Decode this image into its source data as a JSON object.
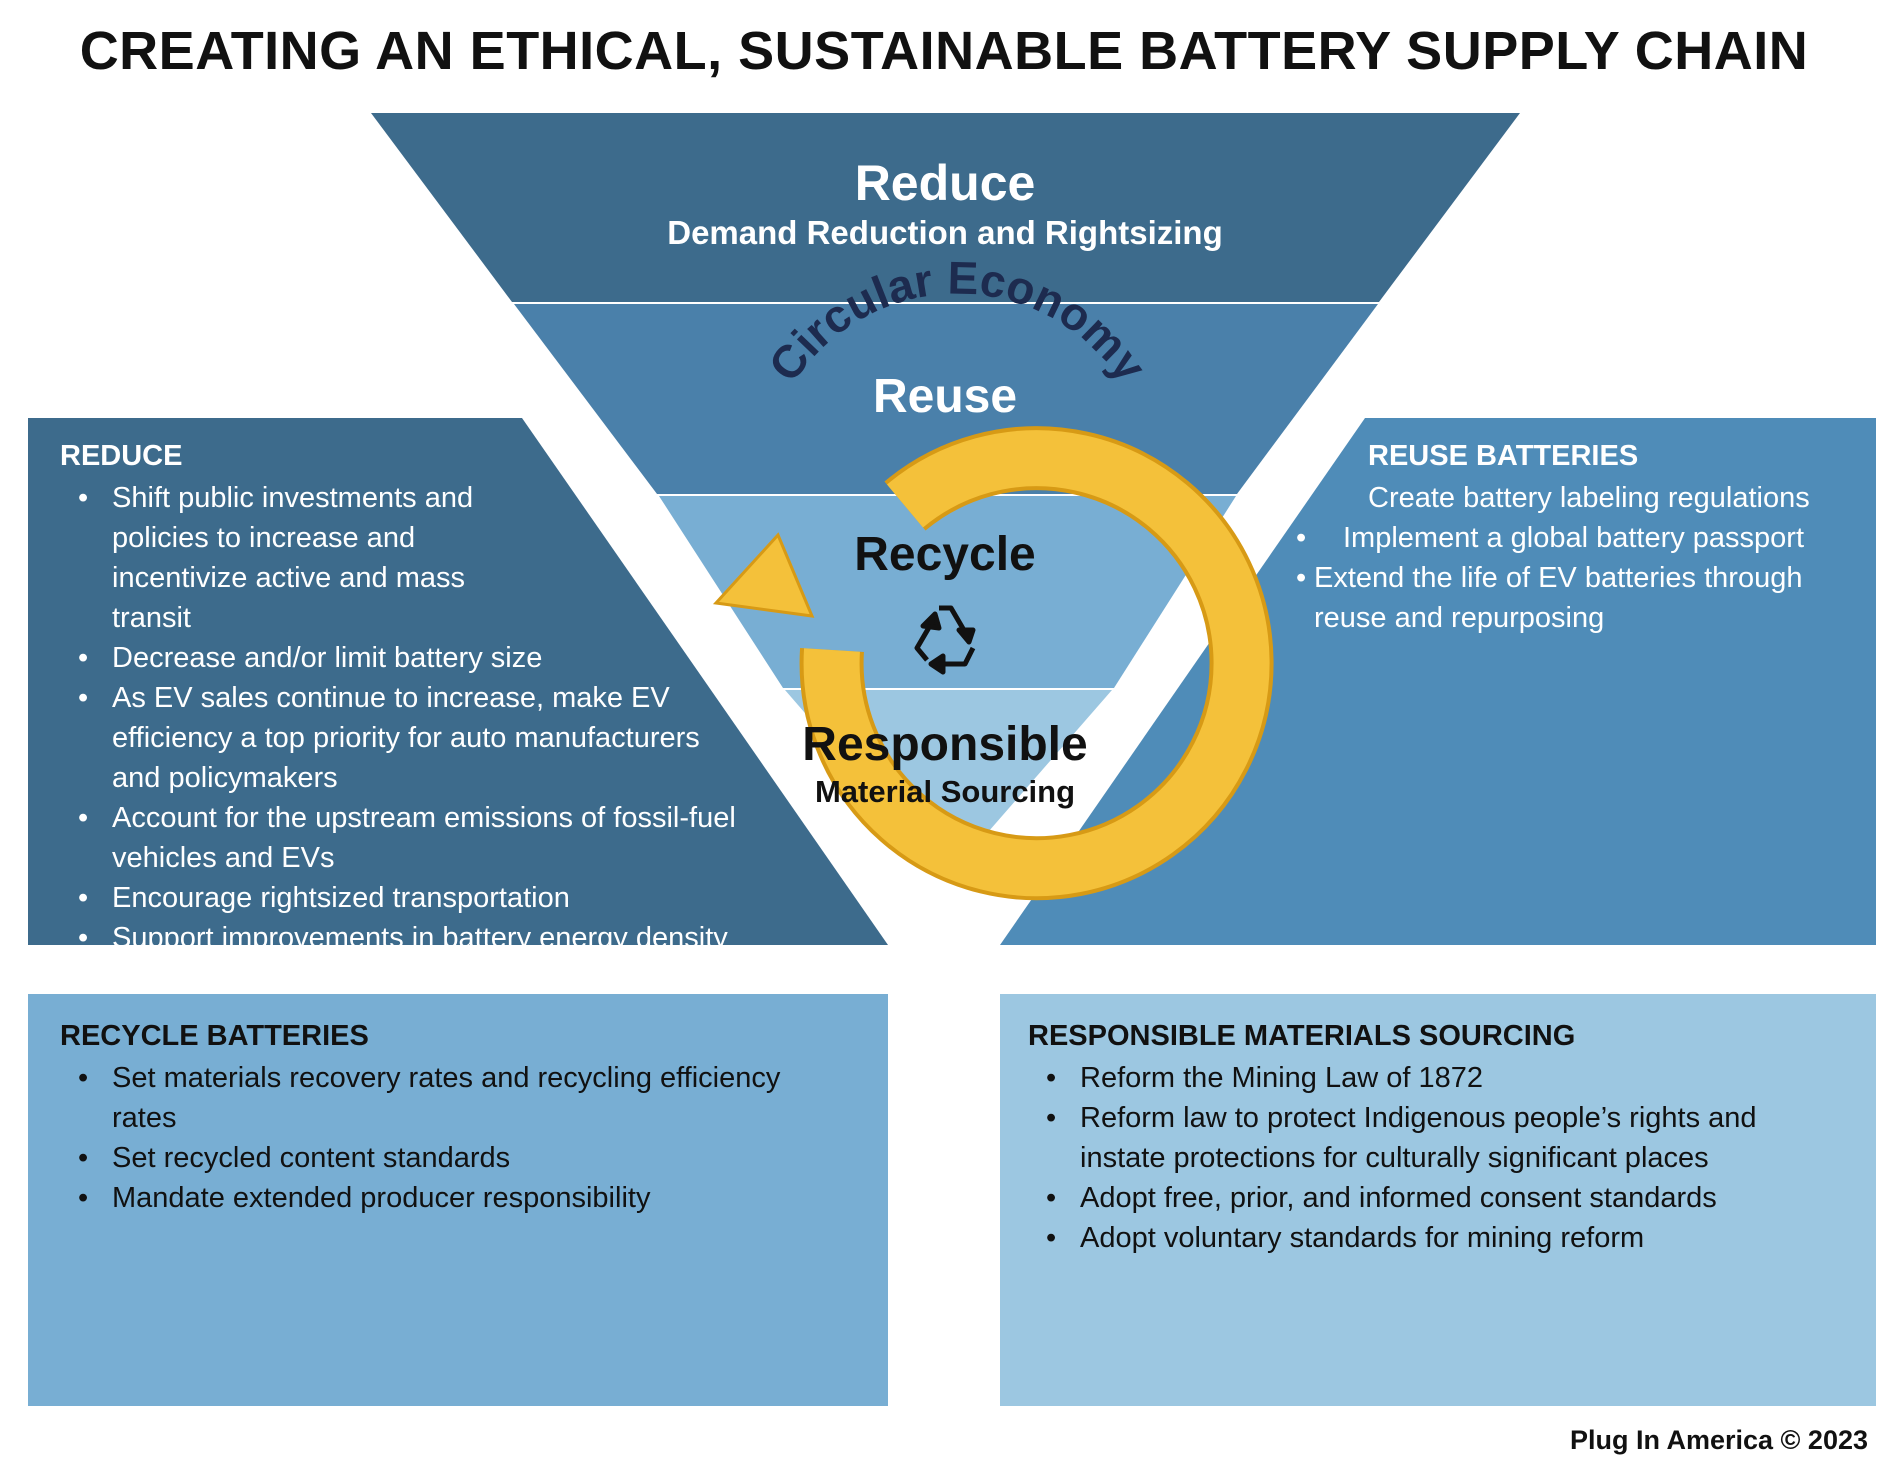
{
  "title": "CREATING AN ETHICAL, SUSTAINABLE BATTERY SUPPLY CHAIN",
  "funnel": {
    "reduce": {
      "title": "Reduce",
      "subtitle": "Demand Reduction and Rightsizing"
    },
    "reuse": {
      "title": "Reuse"
    },
    "recycle": {
      "title": "Recycle",
      "icon": "recycle-icon"
    },
    "responsible": {
      "title": "Responsible",
      "subtitle": "Material Sourcing"
    },
    "circular_label": "Circular Economy"
  },
  "panels": {
    "reduce": {
      "heading": "REDUCE",
      "items": [
        "Shift public investments and policies to increase and incentivize active and mass transit",
        "Decrease and/or limit battery size",
        "As EV sales continue to increase, make EV efficiency a top priority for auto manufacturers and policymakers",
        "Account for the upstream emissions of fossil-fuel vehicles and EVs",
        "Encourage rightsized transportation",
        "Support improvements in battery energy density"
      ]
    },
    "reuse": {
      "heading": "REUSE BATTERIES",
      "items": [
        "Create battery labeling regulations",
        "Implement a global battery passport",
        "Extend the life of EV batteries through reuse and repurposing"
      ]
    },
    "recycle": {
      "heading": "RECYCLE BATTERIES",
      "items": [
        "Set materials recovery rates and recycling efficiency rates",
        "Set recycled content standards",
        "Mandate extended producer responsibility"
      ]
    },
    "sourcing": {
      "heading": "RESPONSIBLE MATERIALS SOURCING",
      "items": [
        "Reform the Mining Law of 1872",
        "Reform law to protect Indigenous people’s rights and instate protections for culturally significant places",
        "Adopt free, prior, and informed consent standards",
        "Adopt voluntary standards for mining reform"
      ]
    }
  },
  "footer": "Plug In America © 2023",
  "colors": {
    "dark_blue": "#3d6b8c",
    "mid_blue": "#4a80aa",
    "recycle_blue": "#78aed3",
    "light_blue": "#9cc7e1",
    "right_panel": "#4f8cb8",
    "ring_yellow": "#f4c13a",
    "ring_edge": "#d79a15",
    "text_navy": "#1d2b4f"
  }
}
